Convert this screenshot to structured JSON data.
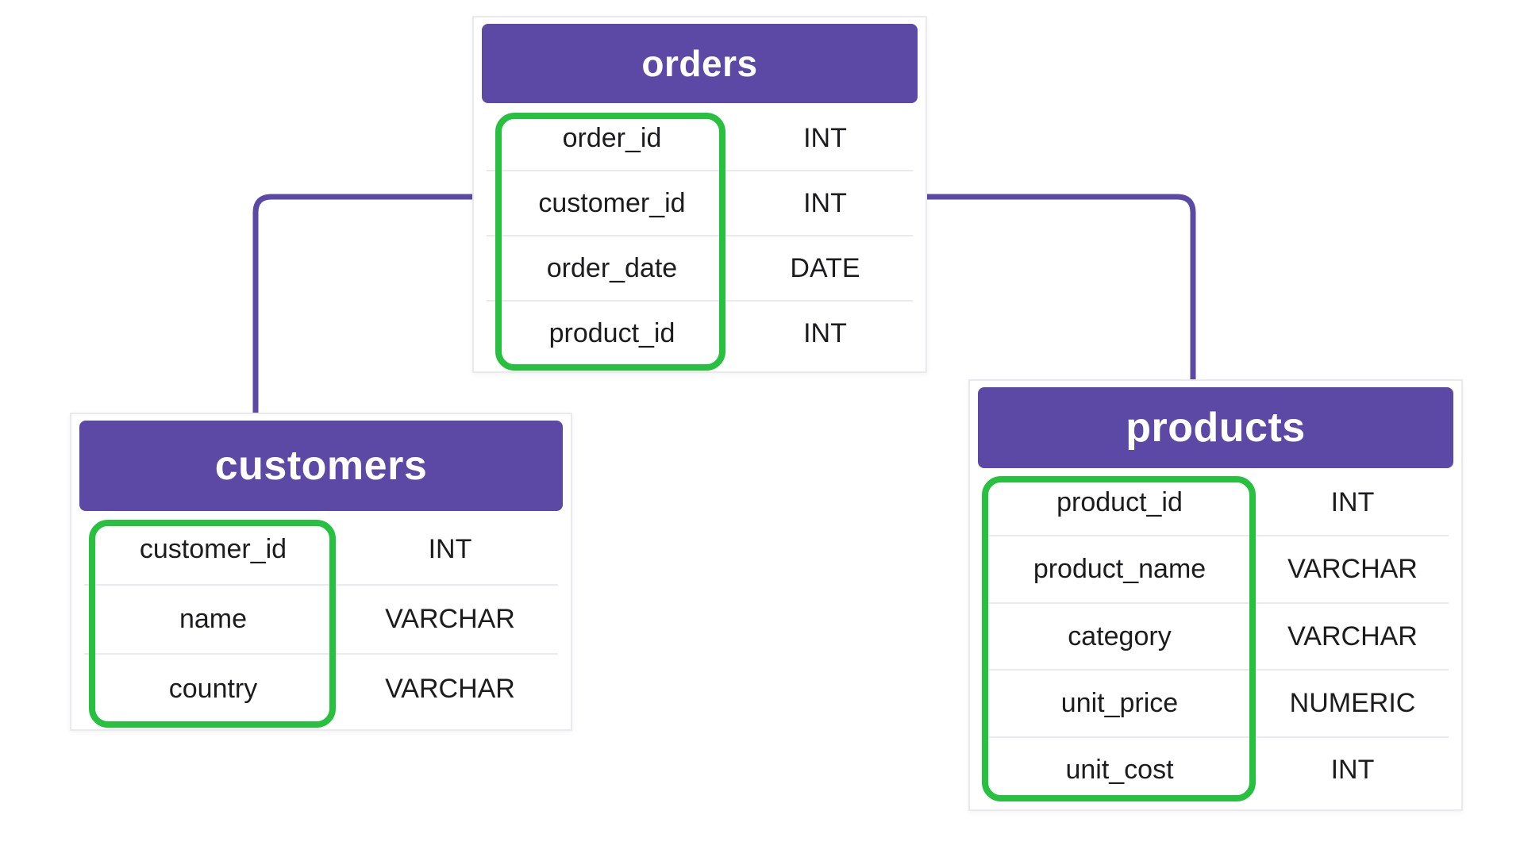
{
  "diagram": {
    "kind": "database-schema",
    "tables": [
      {
        "title": "orders",
        "fields": [
          {
            "name": "order_id",
            "type": "INT"
          },
          {
            "name": "customer_id",
            "type": "INT"
          },
          {
            "name": "order_date",
            "type": "DATE"
          },
          {
            "name": "product_id",
            "type": "INT"
          }
        ],
        "highlighted_fields": [
          "order_id",
          "customer_id",
          "order_date",
          "product_id"
        ]
      },
      {
        "title": "customers",
        "fields": [
          {
            "name": "customer_id",
            "type": "INT"
          },
          {
            "name": "name",
            "type": "VARCHAR"
          },
          {
            "name": "country",
            "type": "VARCHAR"
          }
        ],
        "highlighted_fields": [
          "customer_id",
          "name",
          "country"
        ]
      },
      {
        "title": "products",
        "fields": [
          {
            "name": "product_id",
            "type": "INT"
          },
          {
            "name": "product_name",
            "type": "VARCHAR"
          },
          {
            "name": "category",
            "type": "VARCHAR"
          },
          {
            "name": "unit_price",
            "type": "NUMERIC"
          },
          {
            "name": "unit_cost",
            "type": "INT"
          }
        ],
        "highlighted_fields": [
          "product_id",
          "product_name",
          "category",
          "unit_price",
          "unit_cost"
        ]
      }
    ],
    "connectors": [
      {
        "from": "orders",
        "to": "customers"
      },
      {
        "from": "orders",
        "to": "products"
      }
    ],
    "colors": {
      "header_purple": "#5b49a5",
      "connector_purple": "#5b49a5",
      "highlight_green": "#27c13f",
      "divider_gray": "#e9e9ef",
      "card_border_gray": "#e9e9ee",
      "text_black": "#1c1c1e",
      "header_text_white": "#ffffff",
      "background": "#ffffff"
    }
  }
}
